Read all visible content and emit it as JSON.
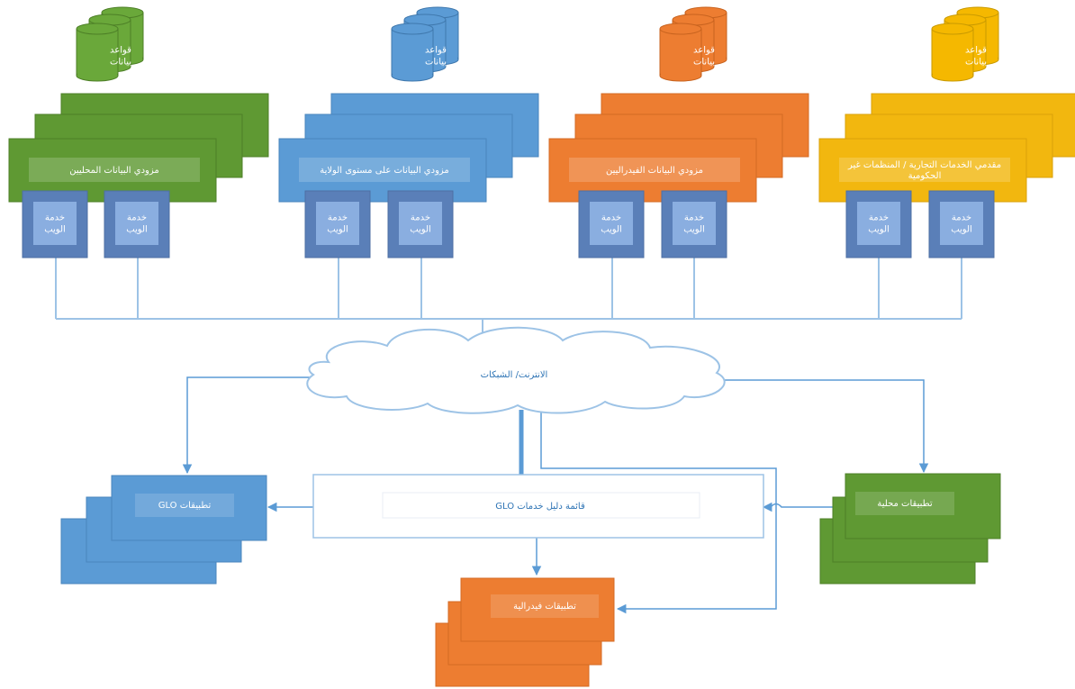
{
  "providers": [
    {
      "key": "local",
      "title": "مزودي البيانات المحليين",
      "db_label": [
        "قواعد",
        "بيانات"
      ],
      "services": [
        [
          "خدمة",
          "الويب"
        ],
        [
          "خدمة",
          "الويب"
        ]
      ],
      "colors": {
        "fill": "#5f9933",
        "stroke": "#4d7f27",
        "db": "#6aa83a",
        "db_stroke": "#4d7f27"
      }
    },
    {
      "key": "state",
      "title": "مزودي البيانات على مستوى الولاية",
      "db_label": [
        "قواعد",
        "بيانات"
      ],
      "services": [
        [
          "خدمة",
          "الويب"
        ],
        [
          "خدمة",
          "الويب"
        ]
      ],
      "colors": {
        "fill": "#5b9bd5",
        "stroke": "#4a86bd",
        "db": "#5b9bd5",
        "db_stroke": "#3f78ad"
      }
    },
    {
      "key": "federal",
      "title": "مزودي البيانات الفيدراليين",
      "db_label": [
        "قواعد",
        "بيانات"
      ],
      "services": [
        [
          "خدمة",
          "الويب"
        ],
        [
          "خدمة",
          "الويب"
        ]
      ],
      "colors": {
        "fill": "#ed7d31",
        "stroke": "#d46a24",
        "db": "#ed7d31",
        "db_stroke": "#c8631f"
      }
    },
    {
      "key": "commercial",
      "title": [
        "مقدمي الخدمات التجارية / المنظمات غير",
        "الحكومية"
      ],
      "db_label": [
        "قواعد",
        "بيانات"
      ],
      "services": [
        [
          "خدمة",
          "الويب"
        ],
        [
          "خدمة",
          "الويب"
        ]
      ],
      "colors": {
        "fill": "#f2b70f",
        "stroke": "#d9a10a",
        "db": "#f5b800",
        "db_stroke": "#c99a00"
      }
    }
  ],
  "network": {
    "label": "الانترنت/ الشبكات"
  },
  "catalog": {
    "label": "قائمة دليل خدمات GLO"
  },
  "apps": {
    "glo": {
      "label": "تطبيقات GLO",
      "color": "#5b9bd5"
    },
    "local": {
      "label": "تطبيقات محلية",
      "color": "#5f9933"
    },
    "federal": {
      "label": "تطبيقات فيدرالية",
      "color": "#ed7d31"
    }
  },
  "colors": {
    "connector": "#9dc3e6",
    "arrow": "#5b9bd5",
    "service_box": "#5a7fb8",
    "service_inner": "#8aaee0",
    "text_white": "#ffffff",
    "text_blue": "#2e74b5"
  }
}
